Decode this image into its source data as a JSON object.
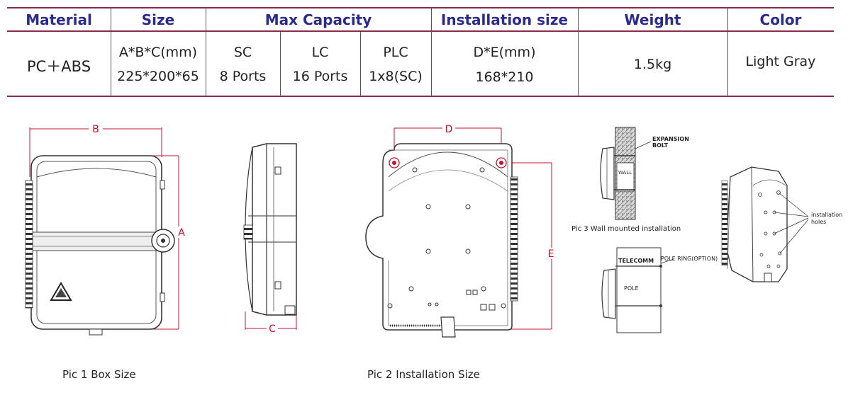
{
  "table": {
    "headers": {
      "material": "Material",
      "size": "Size",
      "max_capacity": "Max Capacity",
      "installation_size": "Installation size",
      "weight": "Weight",
      "color": "Color"
    },
    "row": {
      "material": "PC＋ABS",
      "size_line1": "A*B*C(mm)",
      "size_line2": "225*200*65",
      "sc_line1": "SC",
      "sc_line2": "8 Ports",
      "lc_line1": "LC",
      "lc_line2": "16 Ports",
      "plc_line1": "PLC",
      "plc_line2": "1x8(SC)",
      "install_line1": "D*E(mm)",
      "install_line2": "168*210",
      "weight": "1.5kg",
      "color": "Light Gray"
    },
    "accent_color": "#8a2b4a",
    "header_color": "#2b2a8f"
  },
  "drawings": {
    "dim_a": "A",
    "dim_b": "B",
    "dim_c": "C",
    "dim_d": "D",
    "dim_e": "E",
    "expansion_bolt_line1": "EXPANSION",
    "expansion_bolt_line2": "BOLT",
    "wall": "WALL",
    "telecomm": "TELECOMM",
    "pole": "POLE",
    "pole_ring": "POLE RING(OPTION)",
    "installation_holes_line1": "installation",
    "installation_holes_line2": "holes",
    "dim_line_color": "#c8102e"
  },
  "captions": {
    "pic1": "Pic 1  Box Size",
    "pic2": "Pic 2  Installation Size",
    "pic3": "Pic 3 Wall mounted installation"
  }
}
